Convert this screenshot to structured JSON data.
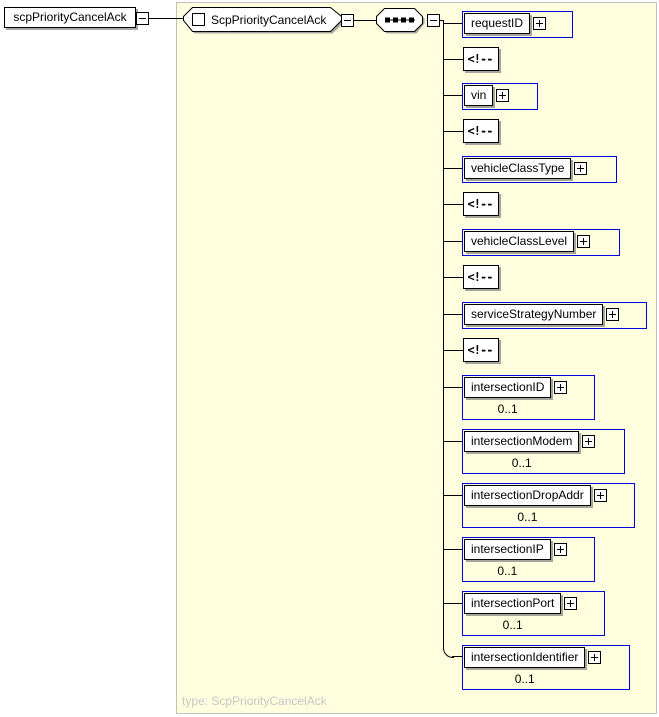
{
  "root_element": {
    "label": "scpPriorityCancelAck"
  },
  "complex_type": {
    "label": "ScpPriorityCancelAck",
    "footer": "type: ScpPriorityCancelAck"
  },
  "compositor": "sequence",
  "colors": {
    "accent_blue": "#0000DD",
    "panel_yellow": "#FFFFE0",
    "panel_border": "#C0C0C0",
    "shadow": "#A5A59B"
  },
  "rows": [
    {
      "kind": "element",
      "label": "requestID",
      "cardinality": ""
    },
    {
      "kind": "comment",
      "glyph": "<!--"
    },
    {
      "kind": "element",
      "label": "vin",
      "cardinality": ""
    },
    {
      "kind": "comment",
      "glyph": "<!--"
    },
    {
      "kind": "element",
      "label": "vehicleClassType",
      "cardinality": ""
    },
    {
      "kind": "comment",
      "glyph": "<!--"
    },
    {
      "kind": "element",
      "label": "vehicleClassLevel",
      "cardinality": ""
    },
    {
      "kind": "comment",
      "glyph": "<!--"
    },
    {
      "kind": "element",
      "label": "serviceStrategyNumber",
      "cardinality": ""
    },
    {
      "kind": "comment",
      "glyph": "<!--"
    },
    {
      "kind": "element",
      "label": "intersectionID",
      "cardinality": "0..1"
    },
    {
      "kind": "element",
      "label": "intersectionModem",
      "cardinality": "0..1"
    },
    {
      "kind": "element",
      "label": "intersectionDropAddr",
      "cardinality": "0..1"
    },
    {
      "kind": "element",
      "label": "intersectionIP",
      "cardinality": "0..1"
    },
    {
      "kind": "element",
      "label": "intersectionPort",
      "cardinality": "0..1"
    },
    {
      "kind": "element",
      "label": "intersectionIdentifier",
      "cardinality": "0..1"
    }
  ]
}
